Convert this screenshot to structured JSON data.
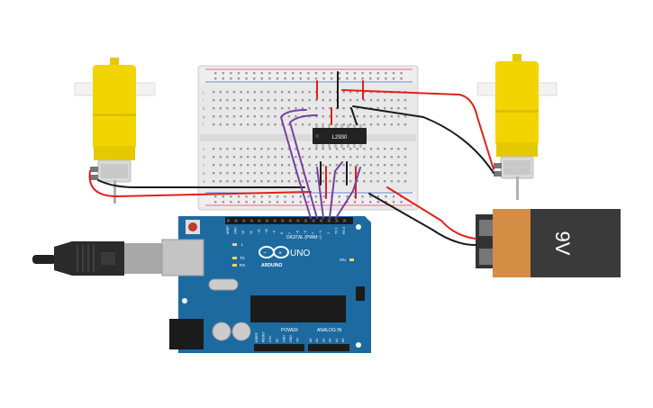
{
  "chip": {
    "label": "L2930"
  },
  "arduino": {
    "brand": "ARDUINO",
    "model": "UNO",
    "digital_header": "DIGITAL (PWM~)",
    "power_header": "POWER",
    "analog_header": "ANALOG IN",
    "on_label": "ON",
    "led_l": "L",
    "led_tx": "TX",
    "led_rx": "RX",
    "digital_pins": [
      "AREF",
      "GND",
      "13",
      "12",
      "~11",
      "~10",
      "~9",
      "8",
      "7",
      "~6",
      "~5",
      "4",
      "~3",
      "2",
      "TX 1",
      "RX 0"
    ],
    "power_pins": [
      "IOREF",
      "RESET",
      "3.3V",
      "5V",
      "GND",
      "GND",
      "Vin"
    ],
    "analog_pins": [
      "A0",
      "A1",
      "A2",
      "A3",
      "A4",
      "A5"
    ]
  },
  "battery": {
    "label": "9V"
  },
  "breadboard": {
    "row_letters_top": [
      "j",
      "i",
      "h",
      "g",
      "f"
    ],
    "row_letters_bottom": [
      "e",
      "d",
      "c",
      "b",
      "a"
    ]
  },
  "colors": {
    "wire_red": "#e0201b",
    "wire_black": "#1b1b1b",
    "wire_purple": "#7b3fa0",
    "motor_yellow": "#f2d500",
    "board_blue": "#1d6aa0",
    "battery_orange": "#d58d45"
  }
}
